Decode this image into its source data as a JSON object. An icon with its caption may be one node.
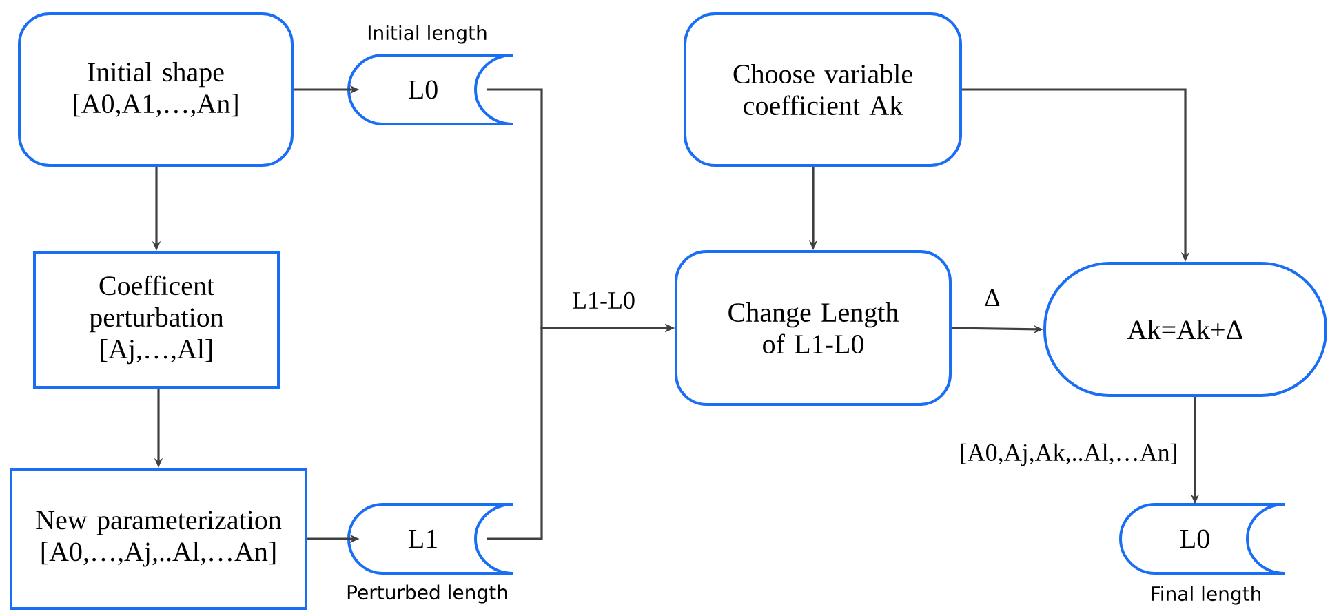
{
  "diagram": {
    "nodes": [
      {
        "text": [
          "Initial shape",
          "[A0,A1,…,An]"
        ]
      },
      {
        "text": [
          "L0"
        ],
        "beside": [
          "Initial length"
        ]
      },
      {
        "text": [
          "Coefficent perturbation",
          "[Aj,…,Al]"
        ]
      },
      {
        "text": [
          "New parameterization",
          "[A0,…,Aj,..Al,…An]"
        ]
      },
      {
        "text": [
          "L1"
        ],
        "beside": [
          "Perturbed length"
        ]
      },
      {
        "text": [
          "Choose variable coefficient Ak"
        ]
      },
      {
        "text": [
          "Change Length of L1-L0"
        ]
      },
      {
        "text": [
          "Ak=Ak+Δ"
        ]
      },
      {
        "text": [
          "L0"
        ],
        "beside": [
          "Final length"
        ]
      }
    ],
    "edges": [
      {
        "from": 0,
        "to": 1,
        "arrow": "to"
      },
      {
        "from": 0,
        "to": 2,
        "arrow": "to"
      },
      {
        "from": 2,
        "to": 3,
        "arrow": "to"
      },
      {
        "from": 3,
        "to": 4,
        "arrow": "to"
      },
      {
        "from": 1,
        "to": 6,
        "arrow": "to",
        "label": "L1-L0"
      },
      {
        "from": 4,
        "to": 6,
        "arrow": "to"
      },
      {
        "from": 5,
        "to": 6,
        "arrow": "to"
      },
      {
        "from": 5,
        "to": 7,
        "arrow": "to"
      },
      {
        "from": 6,
        "to": 7,
        "arrow": "to",
        "label": "Δ"
      },
      {
        "from": 7,
        "to": 8,
        "arrow": "to",
        "label": "[A0,Aj,Ak,..Al,…An]"
      }
    ]
  }
}
